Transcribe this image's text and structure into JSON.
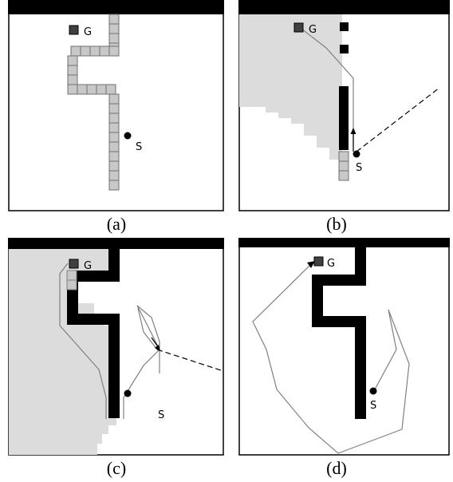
{
  "panels": [
    {
      "id": "a",
      "caption": "(a)",
      "goal_label": "G",
      "start_label": "S"
    },
    {
      "id": "b",
      "caption": "(b)",
      "goal_label": "G",
      "start_label": "S"
    },
    {
      "id": "c",
      "caption": "(c)",
      "goal_label": "G",
      "start_label": "S"
    },
    {
      "id": "d",
      "caption": "(d)",
      "goal_label": "G",
      "start_label": "S"
    }
  ],
  "colors": {
    "wall": "#000000",
    "unknown_cell": "#c8c8c8",
    "explored_region": "#dcdcdc",
    "path": "#808080",
    "goal": "#404040"
  }
}
